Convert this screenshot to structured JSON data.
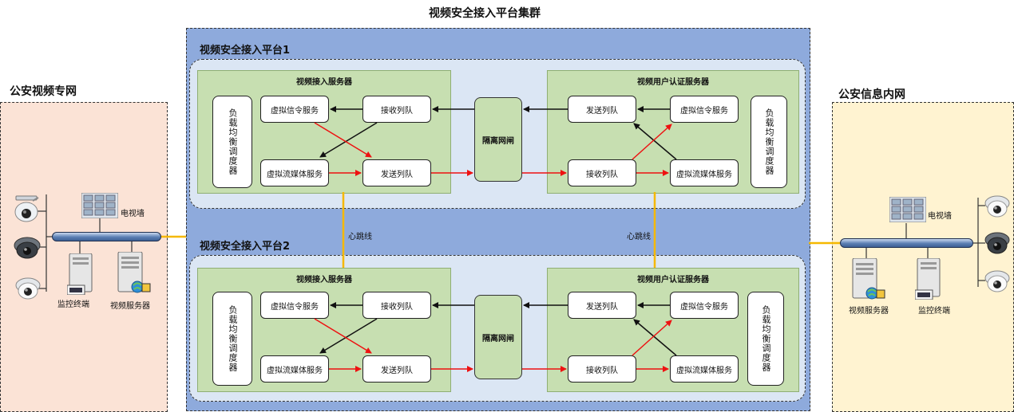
{
  "cluster_title": "视频安全接入平台集群",
  "left_zone": {
    "title": "公安视频专网",
    "tv_wall": "电视墙",
    "monitor_terminal": "监控终端",
    "video_server": "视频服务器"
  },
  "right_zone": {
    "title": "公安信息内网",
    "tv_wall": "电视墙",
    "video_server": "视频服务器",
    "monitor_terminal": "监控终端"
  },
  "heartbeat_label": "心跳线",
  "platforms": [
    {
      "title": "视频安全接入平台1",
      "left_server": {
        "title": "视频接入服务器",
        "load_balancer": "负载均衡调度器",
        "virtual_signal": "虚拟信令服务",
        "virtual_stream": "虚拟流媒体服务",
        "receive_queue": "接收列队",
        "send_queue": "发送列队"
      },
      "gateway": "隔离网闸",
      "right_server": {
        "title": "视频用户认证服务器",
        "send_queue": "发送列队",
        "receive_queue": "接收列队",
        "virtual_signal": "虚拟信令服务",
        "virtual_stream": "虚拟流媒体服务",
        "load_balancer": "负载均衡调度器"
      }
    },
    {
      "title": "视频安全接入平台2",
      "left_server": {
        "title": "视频接入服务器",
        "load_balancer": "负载均衡调度器",
        "virtual_signal": "虚拟信令服务",
        "virtual_stream": "虚拟流媒体服务",
        "receive_queue": "接收列队",
        "send_queue": "发送列队"
      },
      "gateway": "隔离网闸",
      "right_server": {
        "title": "视频用户认证服务器",
        "send_queue": "发送列队",
        "receive_queue": "接收列队",
        "virtual_signal": "虚拟信令服务",
        "virtual_stream": "虚拟流媒体服务",
        "load_balancer": "负载均衡调度器"
      }
    }
  ],
  "colors": {
    "cluster_bg": "#8eaadc",
    "platform_bg": "#dbe6f4",
    "server_bg": "#c7dfb1",
    "left_zone_bg": "#fbe3d6",
    "right_zone_bg": "#fff3d1",
    "link_orange": "#f5b800",
    "arrow_red": "#ee1111",
    "arrow_black": "#111111"
  }
}
